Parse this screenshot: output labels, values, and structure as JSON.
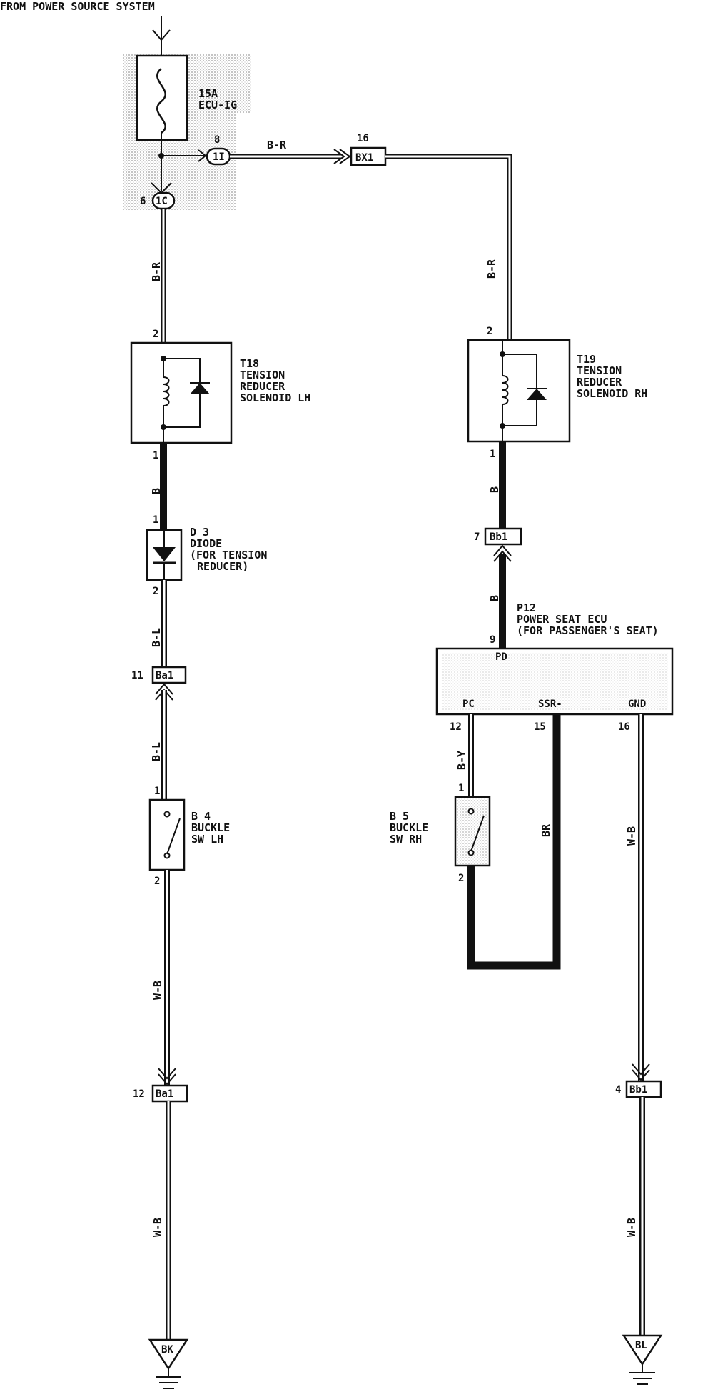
{
  "source": {
    "label": "FROM POWER SOURCE SYSTEM"
  },
  "fuse": {
    "rating": "15A",
    "name": "ECU-IG"
  },
  "junctions": {
    "ij_top": {
      "pin": "8",
      "code": "1I"
    },
    "ij_left": {
      "pin": "6",
      "code": "1C"
    },
    "bx1": {
      "pin": "16",
      "code": "BX1"
    },
    "bb1_top": {
      "pin": "7",
      "code": "Bb1"
    },
    "ba1_mid": {
      "pin": "11",
      "code": "Ba1"
    },
    "ba1_low": {
      "pin": "12",
      "code": "Ba1"
    },
    "bb1_low": {
      "pin": "4",
      "code": "Bb1"
    }
  },
  "wires": {
    "br_top": "B-R",
    "br_left": "B-R",
    "br_right": "B-R",
    "b_left": "B",
    "b_right_upper": "B",
    "b_right_lower": "B",
    "bl_upper": "B-L",
    "bl_lower": "B-L",
    "wb_left_upper": "W-B",
    "wb_left_lower": "W-B",
    "by": "B-Y",
    "br_loop": "BR",
    "wb_right_upper": "W-B",
    "wb_right_lower": "W-B"
  },
  "components": {
    "t18": {
      "code": "T18",
      "line1": "TENSION",
      "line2": "REDUCER",
      "line3": "SOLENOID LH",
      "pin_top": "2",
      "pin_bottom": "1"
    },
    "t19": {
      "code": "T19",
      "line1": "TENSION",
      "line2": "REDUCER",
      "line3": "SOLENOID RH",
      "pin_top": "2",
      "pin_bottom": "1"
    },
    "d3": {
      "code": "D 3",
      "line1": "DIODE",
      "line2": "(FOR TENSION",
      "line3": "REDUCER)",
      "pin_top": "1",
      "pin_bottom": "2"
    },
    "b4": {
      "code": "B 4",
      "line1": "BUCKLE",
      "line2": "SW LH",
      "pin_top": "1",
      "pin_bottom": "2"
    },
    "b5": {
      "code": "B 5",
      "line1": "BUCKLE",
      "line2": "SW RH",
      "pin_top": "1",
      "pin_bottom": "2"
    },
    "p12": {
      "code": "P12",
      "line1": "POWER SEAT ECU",
      "line2": "(FOR PASSENGER'S SEAT)",
      "pin_pd": "9",
      "term_pd": "PD",
      "term_pc": "PC",
      "term_ssr": "SSR-",
      "term_gnd": "GND",
      "pin_pc": "12",
      "pin_ssr": "15",
      "pin_gnd": "16"
    }
  },
  "grounds": {
    "left": "BK",
    "right": "BL"
  }
}
